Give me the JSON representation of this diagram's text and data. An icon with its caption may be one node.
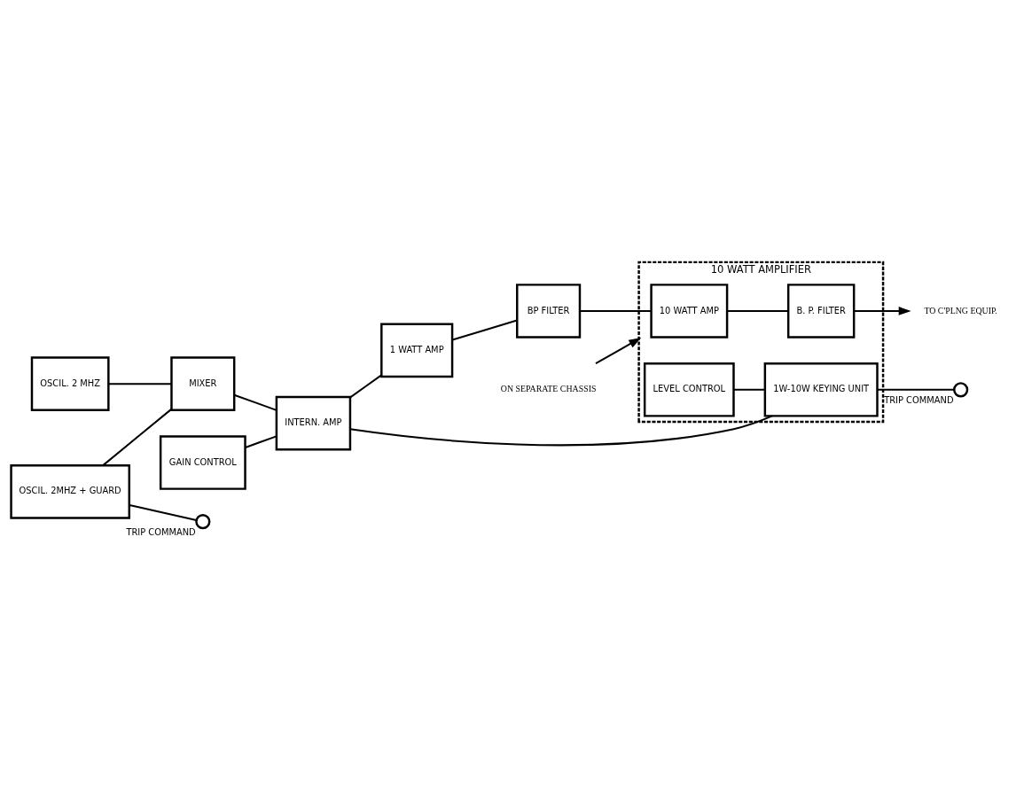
{
  "diagram": {
    "nodes": [
      {
        "text": [
          "OSCIL. 2 MHZ"
        ]
      },
      {
        "text": [
          "OSCIL. 2MHZ + GUARD"
        ]
      },
      {
        "text": [],
        "shape": "circle",
        "beside": [
          "TRIP COMMAND"
        ]
      },
      {
        "text": [
          "GAIN CONTROL"
        ]
      },
      {
        "text": [
          "MIXER"
        ]
      },
      {
        "text": [
          "INTERN. AMP"
        ]
      },
      {
        "text": [
          "1 WATT AMP"
        ]
      },
      {
        "text": [
          "BP FILTER"
        ]
      },
      {
        "text": [
          "10 WATT AMPLIFIER"
        ]
      },
      {
        "text": [
          "10 WATT AMP"
        ],
        "in": 8
      },
      {
        "text": [
          "B. P. FILTER"
        ],
        "in": 8
      },
      {
        "text": [
          "LEVEL CONTROL"
        ],
        "in": 8
      },
      {
        "text": [
          "1W-10W KEYING UNIT"
        ],
        "in": 8
      },
      {
        "text": [],
        "shape": "circle",
        "beside": [
          "TRIP COMMAND"
        ]
      },
      {
        "text": [
          "TO C'PLNG EQUIP."
        ]
      },
      {
        "text": [
          "ON SEPARATE CHASSIS"
        ]
      }
    ],
    "edges": [
      {
        "from": 0,
        "to": 4,
        "arrow": "none"
      },
      {
        "from": 1,
        "to": 4,
        "arrow": "none"
      },
      {
        "from": 1,
        "to": 2,
        "arrow": "none"
      },
      {
        "from": 3,
        "to": 5,
        "arrow": "none"
      },
      {
        "from": 4,
        "to": 5,
        "arrow": "none"
      },
      {
        "from": 5,
        "to": 6,
        "arrow": "none"
      },
      {
        "from": 6,
        "to": 7,
        "arrow": "none"
      },
      {
        "from": 7,
        "to": 9,
        "arrow": "none"
      },
      {
        "from": 9,
        "to": 10,
        "arrow": "none"
      },
      {
        "from": 10,
        "to": 14,
        "arrow": "to"
      },
      {
        "from": 11,
        "to": 12,
        "arrow": "none"
      },
      {
        "from": 5,
        "to": 12,
        "arrow": "none"
      },
      {
        "from": 12,
        "to": 13,
        "arrow": "none"
      },
      {
        "from": 15,
        "to": 8,
        "arrow": "to"
      }
    ]
  }
}
